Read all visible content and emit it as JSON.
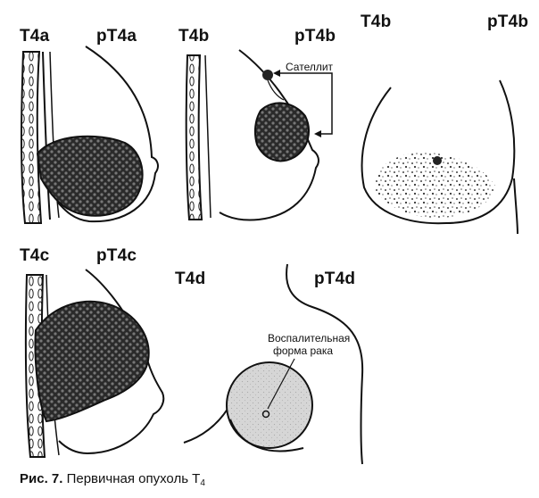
{
  "panels": {
    "t4a": {
      "label": "T4a",
      "plabel": "pT4a"
    },
    "t4b": {
      "label": "T4b",
      "plabel": "pT4b",
      "satellite": "Сателлит"
    },
    "t4b2": {
      "label": "T4b",
      "plabel": "pT4b"
    },
    "t4c": {
      "label": "T4c",
      "plabel": "pT4c"
    },
    "t4d": {
      "label": "T4d",
      "plabel": "pT4d",
      "annotation_line1": "Воспалительная",
      "annotation_line2": "форма рака"
    }
  },
  "caption": {
    "fig": "Рис. 7.",
    "text": "Первичная опухоль T",
    "subscript": "4"
  }
}
